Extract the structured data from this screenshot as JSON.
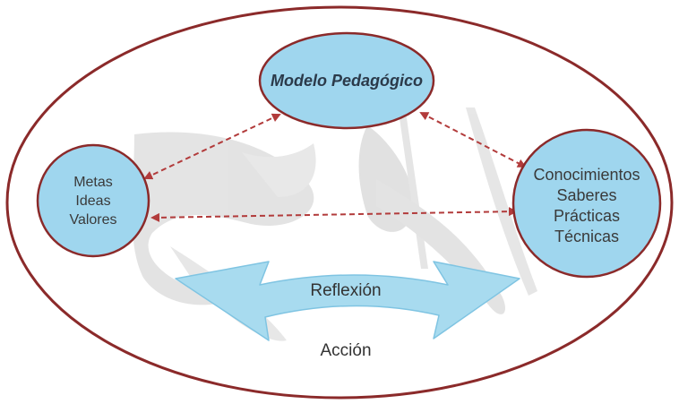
{
  "diagram": {
    "center_node": {
      "label": "Modelo Pedagógico"
    },
    "left_node": {
      "lines": [
        "Metas",
        "Ideas",
        "Valores"
      ]
    },
    "right_node": {
      "lines": [
        "Conocimientos",
        "Saberes",
        "Prácticas",
        "Técnicas"
      ]
    },
    "cycle": {
      "top_label": "Reflexión",
      "bottom_label": "Acción"
    },
    "colors": {
      "outer_ellipse_stroke": "#8b2a2a",
      "node_fill": "#9fd6ee",
      "node_stroke": "#8b2a2a",
      "arrow_color": "#b23b3b",
      "cycle_arrow_fill": "#a8dbef",
      "cycle_arrow_stroke": "#7fc4e2",
      "watermark": "#d9d9d9"
    }
  }
}
